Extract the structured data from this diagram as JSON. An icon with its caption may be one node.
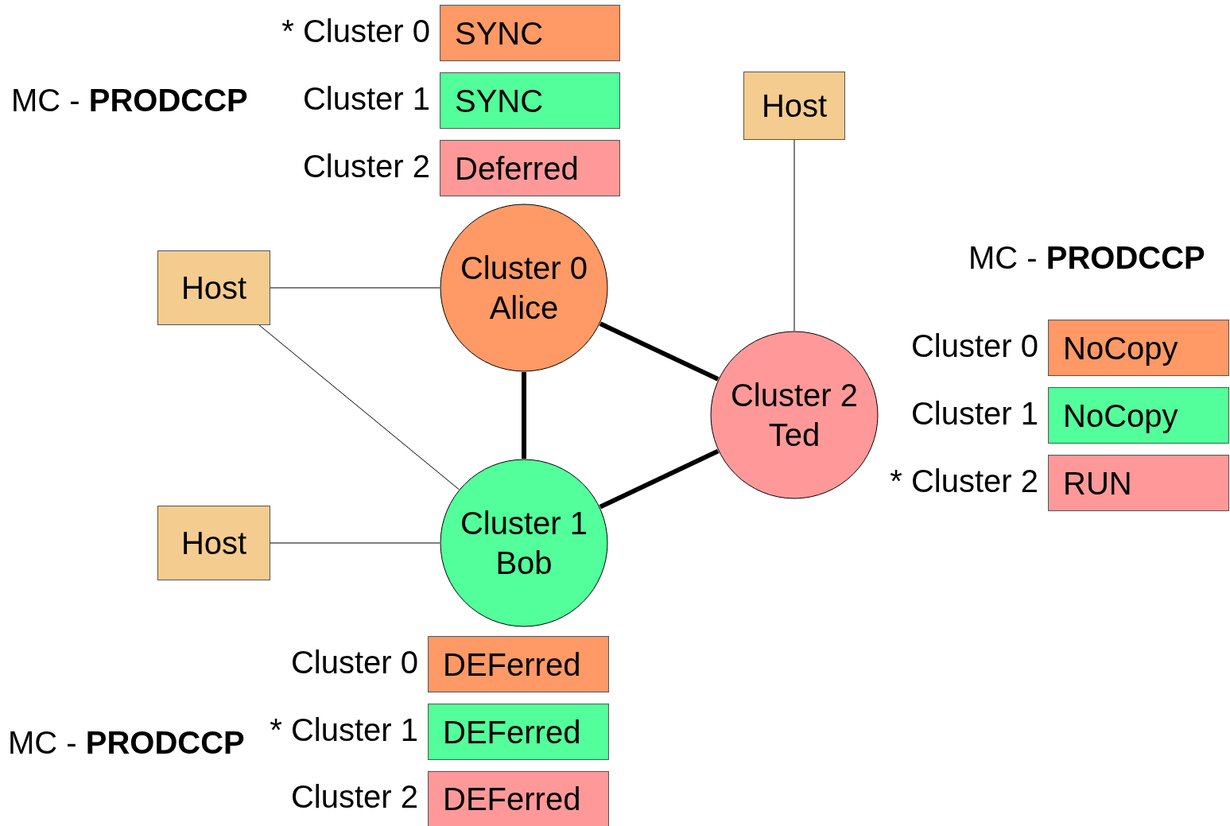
{
  "diagram": {
    "nodes": [
      {
        "text": [
          "SYNC"
        ],
        "beside": [
          "* Cluster 0"
        ]
      },
      {
        "text": [
          "SYNC"
        ],
        "beside": [
          "Cluster 1"
        ]
      },
      {
        "text": [
          "Deferred"
        ],
        "beside": [
          "Cluster 2"
        ]
      },
      {
        "text": [
          "Host"
        ]
      },
      {
        "text": [
          "Host"
        ]
      },
      {
        "text": [
          "Cluster 0 Alice"
        ]
      },
      {
        "text": [
          "NoCopy"
        ],
        "beside": [
          "Cluster 0"
        ]
      },
      {
        "text": [
          "Cluster 2 Ted"
        ]
      },
      {
        "text": [
          "NoCopy"
        ],
        "beside": [
          "Cluster 1"
        ]
      },
      {
        "text": [
          "RUN"
        ],
        "beside": [
          "* Cluster 2"
        ]
      },
      {
        "text": [
          "Host"
        ]
      },
      {
        "text": [
          "Cluster 1 Bob"
        ]
      },
      {
        "text": [
          "DEFerred"
        ],
        "beside": [
          "Cluster 0"
        ]
      },
      {
        "text": [
          "DEFerred"
        ],
        "beside": [
          "* Cluster 1"
        ]
      },
      {
        "text": [
          "DEFerred"
        ],
        "beside": [
          "Cluster 2"
        ]
      }
    ],
    "edges": [
      {
        "from": 3,
        "to": 7,
        "arrow": "none"
      },
      {
        "from": 4,
        "to": 5,
        "arrow": "none"
      },
      {
        "from": 4,
        "to": 11,
        "arrow": "none"
      },
      {
        "from": 5,
        "to": 11,
        "arrow": "none",
        "style": "thick"
      },
      {
        "from": 5,
        "to": 7,
        "arrow": "none",
        "style": "thick"
      },
      {
        "from": 10,
        "to": 11,
        "arrow": "none"
      },
      {
        "from": 11,
        "to": 7,
        "arrow": "none",
        "style": "thick"
      }
    ],
    "labels": [
      "MC - **PRODCCP**",
      "MC - **PRODCCP**",
      "MC - **PRODCCP**"
    ]
  }
}
